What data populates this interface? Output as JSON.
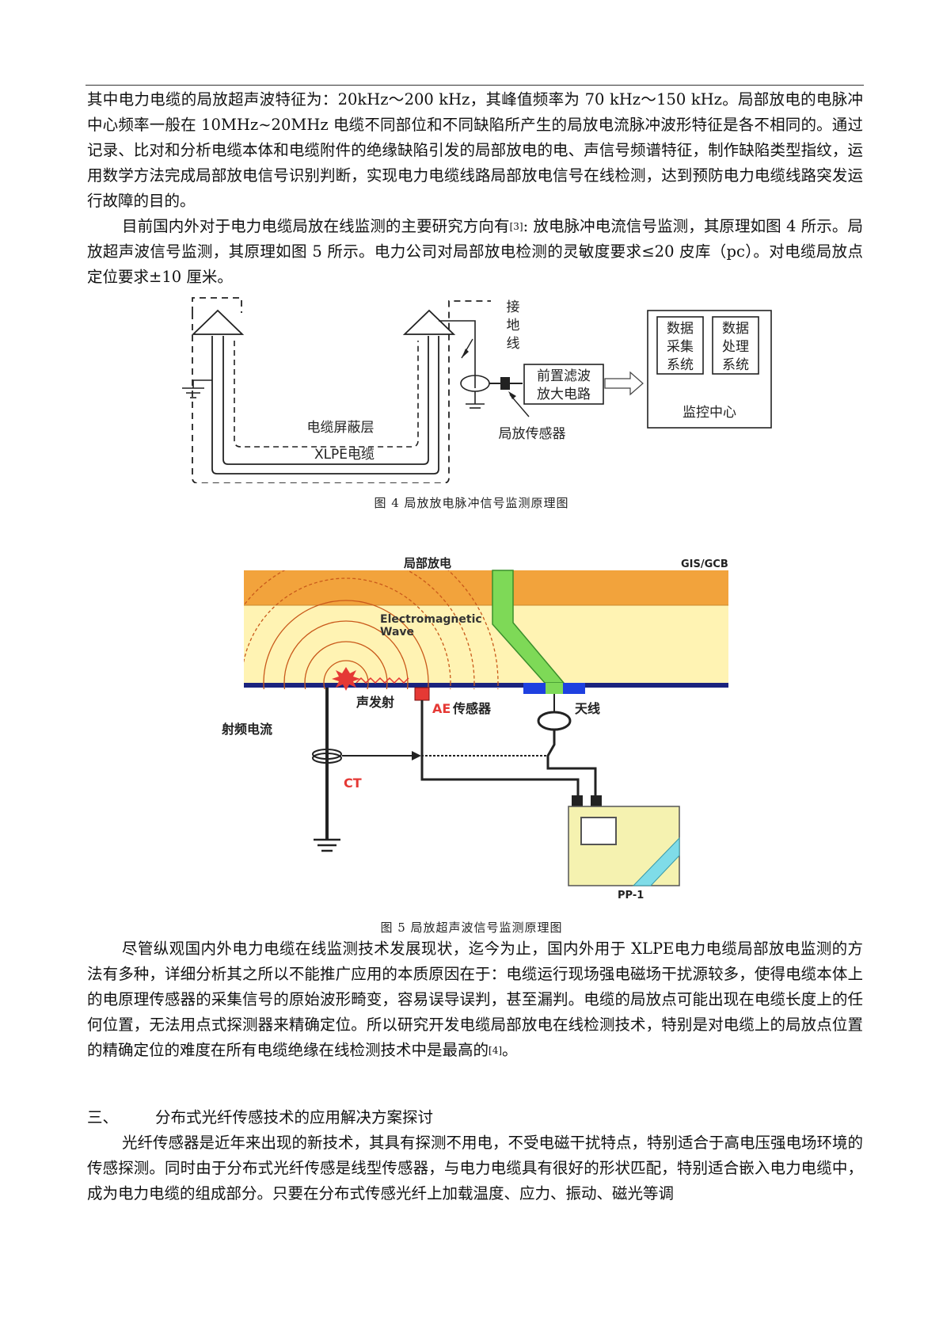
{
  "paragraph1": {
    "text": "其中电力电缆的局放超声波特征为：20kHz～200 kHz，其峰值频率为 70 kHz～150 kHz。局部放电的电脉冲中心频率一般在 10MHz~20MHz 电缆不同部位和不同缺陷所产生的局放电流脉冲波形特征是各不相同的。通过记录、比对和分析电缆本体和电缆附件的绝缘缺陷引发的局部放电的电、声信号频谱特征，制作缺陷类型指纹，运用数学方法完成局部放电信号识别判断，实现电力电缆线路局部放电信号在线检测，达到预防电力电缆线路突发运行故障的目的。"
  },
  "paragraph2": {
    "before_ref": "目前国内外对于电力电缆局放在线监测的主要研究方向有",
    "ref": "[3]",
    "after_ref": ": 放电脉冲电流信号监测，其原理如图 4 所示。局放超声波信号监测，其原理如图 5 所示。电力公司对局部放电检测的灵敏度要求≤20 皮库（pc）。对电缆局放点定位要求±10 厘米。"
  },
  "figure4": {
    "caption": "图 4  局放放电脉冲信号监测原理图",
    "labels": {
      "ground_wire": [
        "接",
        "地",
        "线"
      ],
      "filter_amp": [
        "前置滤波",
        "放大电路"
      ],
      "data_acq": [
        "数据",
        "采集",
        "系统"
      ],
      "data_proc": [
        "数据",
        "处理",
        "系统"
      ],
      "monitor_center": "监控中心",
      "cable_shield": "电缆屏蔽层",
      "xlpe_cable": "XLPE电缆",
      "pd_sensor": "局放传感器"
    }
  },
  "figure5": {
    "caption": "图 5  局放超声波信号监测原理图",
    "labels": {
      "partial_discharge": "局部放电",
      "gis_gcb": "GIS/GCB",
      "em_wave_1": "Electromagnetic",
      "em_wave_2": "Wave",
      "acoustic_emission": "声发射",
      "ae_prefix": "AE",
      "ae_sensor": "传感器",
      "antenna": "天线",
      "rf_current": "射频电流",
      "ct": "CT",
      "pp1": "PP-1"
    },
    "colors": {
      "top_band": "#F2A33C",
      "body": "#FFF3B3",
      "baseline": "#1A237E",
      "pipe": "#7ED957",
      "red": "#E53935",
      "blue_block": "#1E40E0",
      "device": "#F5F2B0",
      "cyan": "#7FDCE8"
    }
  },
  "paragraph3": {
    "before_ref": "尽管纵观国内外电力电缆在线监测技术发展现状，迄今为止，国内外用于 XLPE电力电缆局部放电监测的方法有多种，详细分析其之所以不能推广应用的本质原因在于：电缆运行现场强电磁场干扰源较多，使得电缆本体上的电原理传感器的采集信号的原始波形畸变，容易误导误判，甚至漏判。电缆的局放点可能出现在电缆长度上的任何位置，无法用点式探测器来精确定位。所以研究开发电缆局部放电在线检测技术，特别是对电缆上的局放点位置的精确定位的难度在所有电缆绝缘在线检测技术中是最高的",
    "ref": "[4]",
    "after_ref": "。"
  },
  "section3": {
    "number": "三、",
    "title": "分布式光纤传感技术的应用解决方案探讨"
  },
  "paragraph4": {
    "text": "光纤传感器是近年来出现的新技术，其具有探测不用电，不受电磁干扰特点，特别适合于高电压强电场环境的传感探测。同时由于分布式光纤传感是线型传感器，与电力电缆具有很好的形状匹配，特别适合嵌入电力电缆中，成为电力电缆的组成部分。只要在分布式传感光纤上加载温度、应力、振动、磁光等调"
  }
}
